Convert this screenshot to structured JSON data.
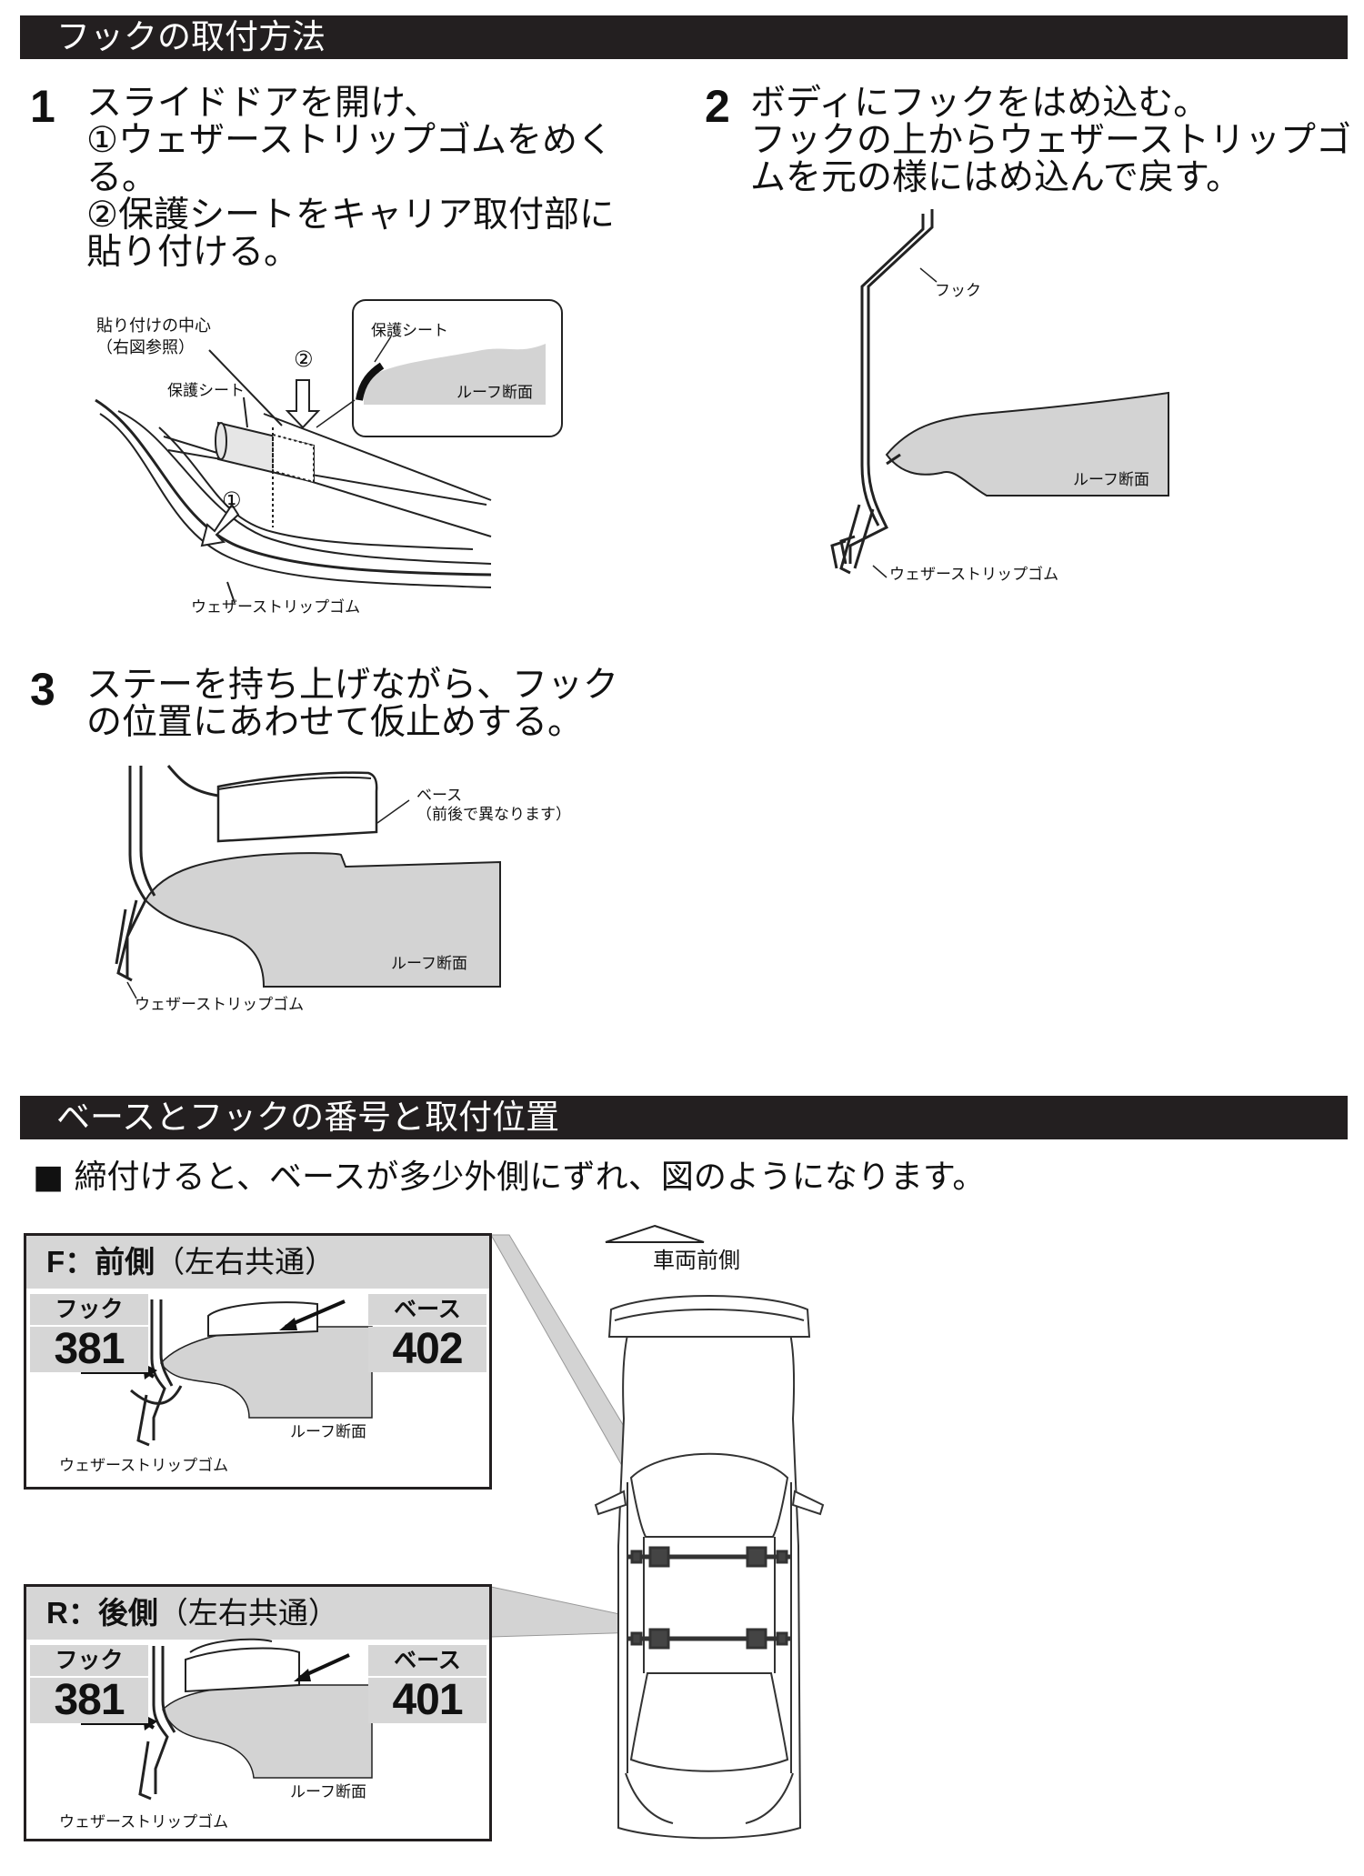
{
  "sections": {
    "install_title": "フックの取付方法",
    "position_title": "ベースとフックの番号と取付位置"
  },
  "steps": [
    {
      "num": "1",
      "lines": [
        "スライドドアを開け、",
        "①ウェザーストリップゴムをめく",
        "る。",
        "②保護シートをキャリア取付部に",
        "貼り付ける。"
      ]
    },
    {
      "num": "2",
      "lines": [
        "ボディにフックをはめ込む。",
        "フックの上からウェザーストリップゴ",
        "ムを元の様にはめ込んで戻す。"
      ]
    },
    {
      "num": "3",
      "lines": [
        "ステーを持ち上げながら、フック",
        "の位置にあわせて仮止めする。"
      ]
    }
  ],
  "fig1": {
    "center_label_1": "貼り付けの中心",
    "center_label_2": "（右図参照）",
    "sheet_label": "保護シート",
    "callout_sheet_label": "保護シート",
    "roof_section": "ルーフ断面",
    "weatherstrip": "ウェザーストリップゴム",
    "marker_1": "①",
    "marker_2": "②"
  },
  "fig2": {
    "hook": "フック",
    "roof_section": "ルーフ断面",
    "weatherstrip": "ウェザーストリップゴム"
  },
  "fig3": {
    "base_1": "ベース",
    "base_2": "（前後で異なります）",
    "roof_section": "ルーフ断面",
    "weatherstrip": "ウェザーストリップゴム"
  },
  "note": "■ 締付けると、ベースが多少外側にずれ、図のようになります。",
  "vehicle_front": "車両前側",
  "front_box": {
    "code": "F：前側",
    "sub": "（左右共通）",
    "hook_tag": "フック",
    "hook_num": "381",
    "base_tag": "ベース",
    "base_num": "402",
    "roof_section": "ルーフ断面",
    "weatherstrip": "ウェザーストリップゴム"
  },
  "rear_box": {
    "code": "R：後側",
    "sub": "（左右共通）",
    "hook_tag": "フック",
    "hook_num": "381",
    "base_tag": "ベース",
    "base_num": "401",
    "roof_section": "ルーフ断面",
    "weatherstrip": "ウェザーストリップゴム"
  },
  "colors": {
    "header_bar": "#231f20",
    "roof_gray": "#d3d3d3",
    "tag_gray": "#d6d6d6"
  }
}
